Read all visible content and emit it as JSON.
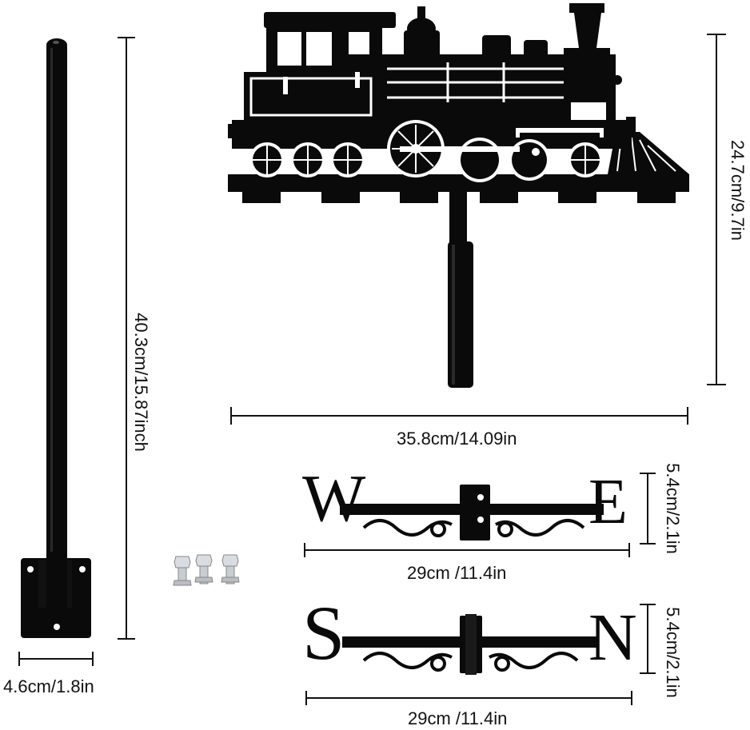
{
  "dimensions": {
    "pole_length": "40.3cm/15.87inch",
    "base_width": "4.6cm/1.8in",
    "train_width": "35.8cm/14.09in",
    "train_height": "24.7cm/9.7in",
    "we_height": "5.4cm/2.1in",
    "we_width": "29cm /11.4in",
    "sn_height": "5.4cm/2.1in",
    "sn_width": "29cm /11.4in"
  },
  "letters": {
    "west": "W",
    "east": "E",
    "south": "S",
    "north": "N"
  },
  "colors": {
    "metal": "#0a0a0a",
    "screw": "#c8cdd2",
    "line": "#111111"
  }
}
